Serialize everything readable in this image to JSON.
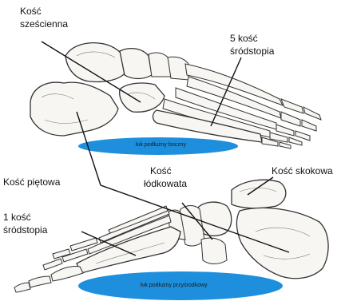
{
  "labels": {
    "cuboid": {
      "line1": "Kość",
      "line2": "sześcienna"
    },
    "metatarsal5": {
      "line1": "5 kość",
      "line2": "śródstopia"
    },
    "calcaneus": "Kość piętowa",
    "navicular": {
      "line1": "Kość",
      "line2": "łódkowata"
    },
    "talus": "Kość skokowa",
    "metatarsal1": {
      "line1": "1 kość",
      "line2": "śródstopia"
    }
  },
  "arches": {
    "lateral": "łuk podłużny boczny",
    "medial": "łuk podłużny przyśrodkowy"
  },
  "colors": {
    "arch_fill": "#1e8fdc",
    "bone_fill": "#f7f6f2",
    "outline": "#333333",
    "label_text": "#111111"
  }
}
